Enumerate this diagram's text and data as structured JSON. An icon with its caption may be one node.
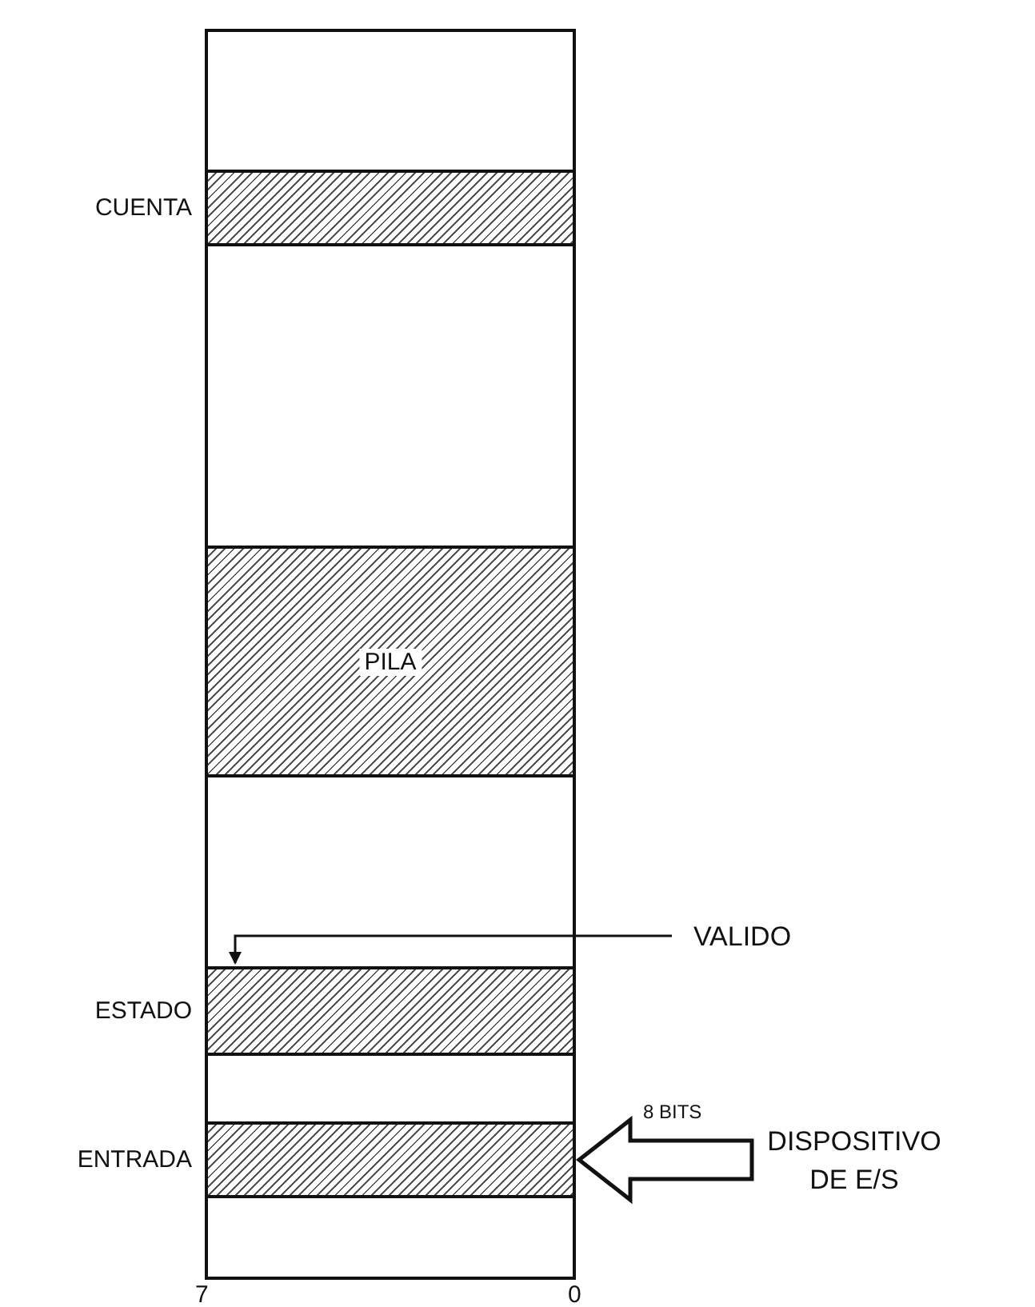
{
  "diagram": {
    "nodes": [
      {
        "text": [],
        "shape": "box"
      },
      {
        "text": [
          "CUENTA"
        ],
        "in": 0
      },
      {
        "text": [
          "PILA"
        ],
        "in": 0
      },
      {
        "text": [
          "ESTADO"
        ],
        "in": 0
      },
      {
        "text": [
          "ENTRADA"
        ],
        "in": 0
      },
      {
        "text": [
          "VALIDO"
        ]
      },
      {
        "text": [
          "DISPOSITIVO DE E/S"
        ]
      }
    ],
    "edges": [
      {
        "from": 5,
        "to": 3,
        "arrow": "to"
      },
      {
        "from": 6,
        "to": 4,
        "arrow": "to",
        "label": "8 BITS",
        "style": "thick"
      }
    ],
    "labels": [
      "7",
      "0"
    ]
  }
}
